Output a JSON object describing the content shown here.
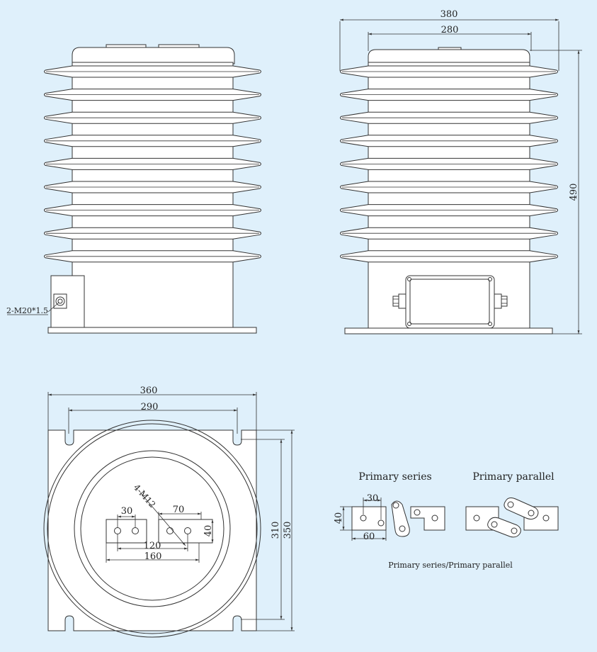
{
  "front_view": {
    "thread_label": "2-M20*1.5"
  },
  "side_view": {
    "dim_overall_width": "380",
    "dim_cap_width": "280",
    "dim_height": "490"
  },
  "bottom_view": {
    "dim_base_width": "360",
    "dim_slot_spacing": "290",
    "dim_slot_height": "310",
    "dim_base_height": "350",
    "dim_hole_30": "30",
    "dim_hole_70": "70",
    "dim_hole_40": "40",
    "dim_120": "120",
    "dim_160": "160",
    "thread_label": "4-M12"
  },
  "connection_detail": {
    "series_title": "Primary series",
    "parallel_title": "Primary parallel",
    "dim_30": "30",
    "dim_40": "40",
    "dim_60": "60",
    "caption": "Primary series/Primary parallel"
  }
}
